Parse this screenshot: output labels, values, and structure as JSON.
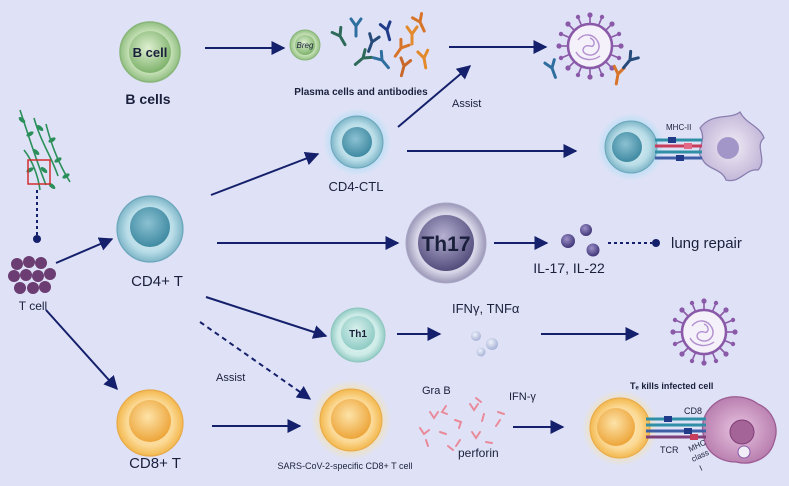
{
  "labels": {
    "bcell_inner": "B cell",
    "bcells": "B cells",
    "breg": "Breg",
    "plasma": "Plasma cells and antibodies",
    "assist_top": "Assist",
    "cd4ctl": "CD4-CTL",
    "mhc2": "MHC-II",
    "cd4t": "CD4+ T",
    "tcell": "T cell",
    "th17": "Th17",
    "il": "IL-17, IL-22",
    "lung": "lung repair",
    "th1": "Th1",
    "ifn_tnf": "IFNγ, TNFα",
    "assist_bottom": "Assist",
    "cd8t": "CD8+ T",
    "sars": "SARS-CoV-2-specific CD8+ T cell",
    "grab": "Gra B",
    "ifng": "IFN-γ",
    "perforin": "perforin",
    "tc_kills": "Tₑ kills infected cell",
    "cd8": "CD8",
    "tcr": "TCR",
    "mhc1_a": "MHC",
    "mhc1_b": "class",
    "mhc1_c": "I"
  },
  "colors": {
    "background": "#dfe2f6",
    "arrow": "#14206b",
    "bcell": "#a9cf9a",
    "cd4": "#7fb6c8",
    "th17": "#6f6a96",
    "th1": "#a8d7d3",
    "cd8": "#f6c566",
    "virus": "#8a5aa8"
  }
}
